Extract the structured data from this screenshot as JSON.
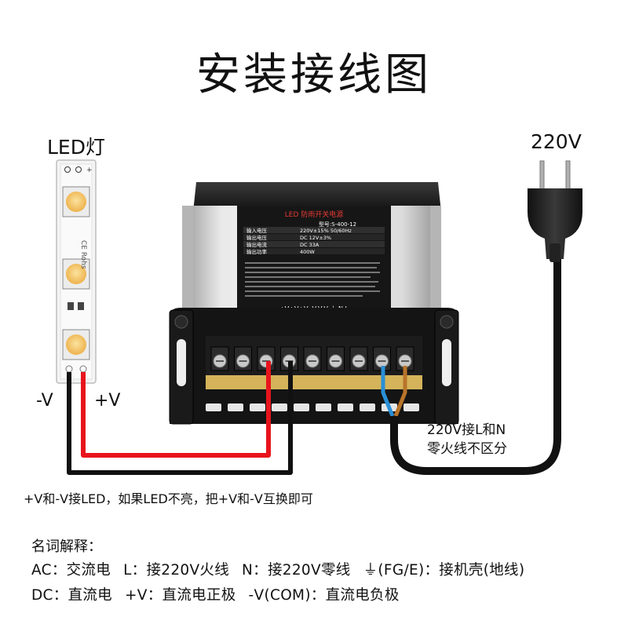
{
  "title": "安装接线图",
  "led": {
    "label": "LED灯",
    "strip_brand": "CE Rohs",
    "neg": "-V",
    "pos": "+V",
    "plus_mark": "+"
  },
  "mains": {
    "label": "220V"
  },
  "psu": {
    "panel_title": "LED 防雨开关电源",
    "model": "型号:S-400-12",
    "spec_rows": [
      [
        "输入电压",
        "220V±15% 50/60Hz"
      ],
      [
        "输出电压",
        "DC 12V±3%"
      ],
      [
        "输出电流",
        "DC 33A"
      ],
      [
        "输出功率",
        "400W"
      ]
    ],
    "terminals_text": "+V+V+V  -V-V-V  ⏚  N L"
  },
  "notes": {
    "ln_line1": "220V接L和N",
    "ln_line2": "零火线不区分",
    "swap": "+V和-V接LED，如果LED不亮，把+V和-V互换即可"
  },
  "glossary": {
    "heading": "名词解释：",
    "ac": "AC：交流电",
    "l": "L：接220V火线",
    "n": "N：接220V零线",
    "fg": "⏚(FG/E)：接机壳(地线)",
    "dc": "DC：直流电",
    "pv": "+V：直流电正极",
    "nv": "-V(COM)：直流电负极"
  },
  "colors": {
    "red_wire": "#e8141c",
    "black_wire": "#111111",
    "blue_wire": "#2a8fd6",
    "brown_wire": "#b8742a",
    "led_chip": "#f2c05a"
  }
}
